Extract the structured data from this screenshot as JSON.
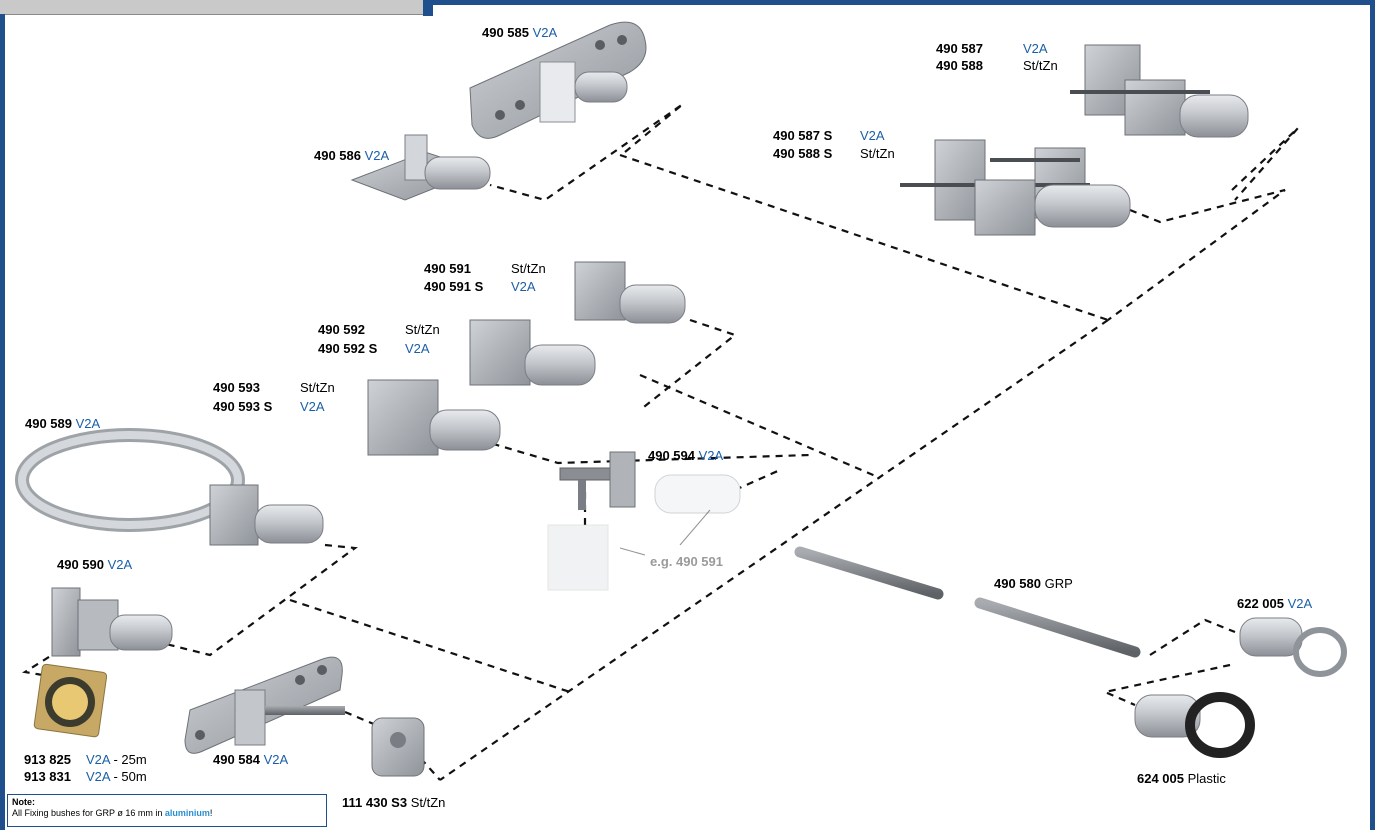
{
  "products": {
    "p585": {
      "code": "490 585",
      "mat": "V2A"
    },
    "p586": {
      "code": "490 586",
      "mat": "V2A"
    },
    "p587": {
      "code": "490 587",
      "mat": "V2A"
    },
    "p588": {
      "code": "490 588",
      "mat": "St/tZn"
    },
    "p587s": {
      "code": "490 587 S",
      "mat": "V2A"
    },
    "p588s": {
      "code": "490 588 S",
      "mat": "St/tZn"
    },
    "p591": {
      "code": "490 591",
      "mat": "St/tZn"
    },
    "p591s": {
      "code": "490 591 S",
      "mat": "V2A"
    },
    "p592": {
      "code": "490 592",
      "mat": "St/tZn"
    },
    "p592s": {
      "code": "490 592 S",
      "mat": "V2A"
    },
    "p593": {
      "code": "490 593",
      "mat": "St/tZn"
    },
    "p593s": {
      "code": "490 593 S",
      "mat": "V2A"
    },
    "p589": {
      "code": "490 589",
      "mat": "V2A"
    },
    "p594": {
      "code": "490 594",
      "mat": "V2A"
    },
    "eg": {
      "text": "e.g. 490 591"
    },
    "p590": {
      "code": "490 590",
      "mat": "V2A"
    },
    "p580": {
      "code": "490 580",
      "mat": "GRP"
    },
    "p622": {
      "code": "622 005",
      "mat": "V2A"
    },
    "p624": {
      "code": "624 005",
      "mat": "Plastic"
    },
    "p584": {
      "code": "490 584",
      "mat": "V2A"
    },
    "p111": {
      "code": "111 430 S3",
      "mat": "St/tZn"
    },
    "p913825": {
      "code": "913 825",
      "mat": "V2A",
      "suffix": "- 25m"
    },
    "p913831": {
      "code": "913 831",
      "mat": "V2A",
      "suffix": "- 50m"
    }
  },
  "note": {
    "title": "Note:",
    "text_before": "All Fixing bushes for GRP ø 16 mm in ",
    "highlight": "aluminium",
    "text_after": "!"
  },
  "colors": {
    "frame_blue": "#1f4f8c",
    "v2a_blue": "#1a5fa6",
    "metal": "#b8bcc2",
    "highlight": "#2a8fd0"
  }
}
